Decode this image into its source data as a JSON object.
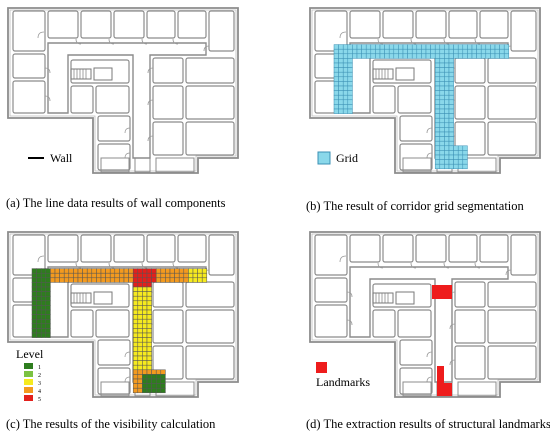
{
  "panels": [
    {
      "caption": "(a) The line data results of wall components",
      "legend_label": "Wall"
    },
    {
      "caption": "(b) The result of corridor grid segmentation",
      "legend_label": "Grid"
    },
    {
      "caption": "(c) The results of the visibility calculation",
      "legend_title": "Level",
      "levels": [
        "1",
        "2",
        "3",
        "4",
        "5"
      ]
    },
    {
      "caption": "(d) The extraction results of structural landmarks",
      "legend_label": "Landmarks"
    }
  ],
  "colors": {
    "wall": "#8c8c8c",
    "grid_fill": "#8ad8ea",
    "grid_stroke": "#3b90b4",
    "level_colors": [
      "#2e7d1e",
      "#7cc242",
      "#f6ea1e",
      "#f39a1f",
      "#e3201c"
    ],
    "landmark": "#ee1c1c"
  }
}
